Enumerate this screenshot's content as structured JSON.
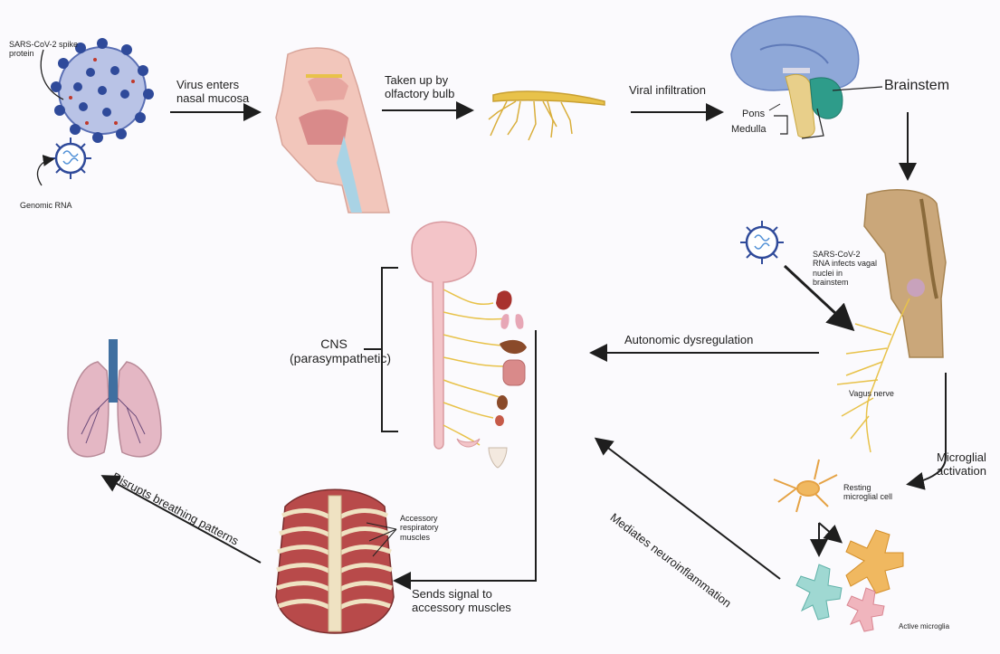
{
  "labels": {
    "spike_protein": "SARS-CoV-2 spike protein",
    "genomic_rna": "Genomic RNA",
    "virus_enters": "Virus enters nasal mucosa",
    "taken_up": "Taken up by olfactory bulb",
    "viral_infiltration": "Viral infiltration",
    "brainstem": "Brainstem",
    "pons": "Pons",
    "medulla": "Medulla",
    "rna_infects": "SARS-CoV-2 RNA infects vagal nuclei in brainstem",
    "vagus_nerve": "Vagus nerve",
    "autonomic": "Autonomic dysregulation",
    "cns": "CNS (parasympathetic)",
    "microglial_activation": "Microglial activation",
    "resting_microglia": "Resting microglial cell",
    "active_microglia": "Active microglia",
    "mediates": "Mediates neuroinflammation",
    "sends_signal": "Sends signal to accessory muscles",
    "accessory_muscles": "Accessory respiratory muscles",
    "disrupts": "Disrupts breathing patterns"
  },
  "colors": {
    "virus_body": "#b9c3e6",
    "virus_spike": "#2f4a9a",
    "nerve": "#e8c24a",
    "brain_blue": "#8fa8d8",
    "brainstem_green": "#2e9c8a",
    "brainstem_tan": "#caa77a",
    "lung": "#e4b7c4",
    "trachea": "#3f6fa0",
    "rib_muscle": "#b84a4a",
    "bone": "#efe2c2",
    "microglia_orange": "#f0b860",
    "microglia_teal": "#9fd8d2",
    "microglia_pink": "#f0b5bd"
  }
}
